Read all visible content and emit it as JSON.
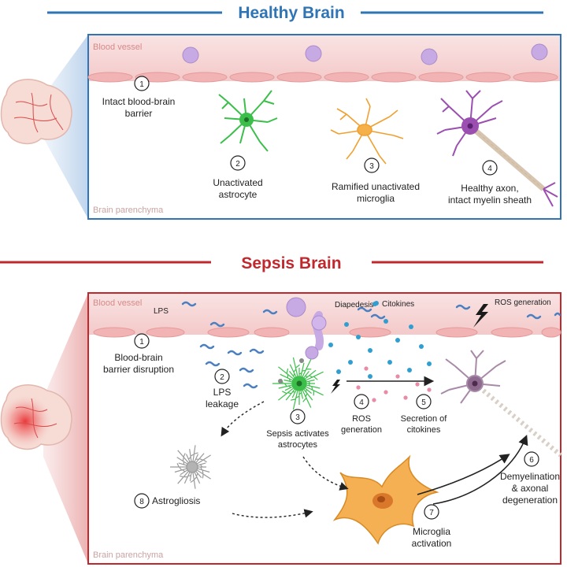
{
  "healthy": {
    "title": "Healthy Brain",
    "blood_vessel": "Blood vessel",
    "parenchyma": "Brain parenchyma",
    "steps": [
      {
        "num": "1",
        "line1": "Intact blood-brain",
        "line2": "barrier"
      },
      {
        "num": "2",
        "line1": "Unactivated",
        "line2": "astrocyte"
      },
      {
        "num": "3",
        "line1": "Ramified unactivated",
        "line2": "microglia"
      },
      {
        "num": "4",
        "line1": "Healthy axon,",
        "line2": "intact myelin sheath"
      }
    ]
  },
  "sepsis": {
    "title": "Sepsis Brain",
    "blood_vessel": "Blood vessel",
    "parenchyma": "Brain parenchyma",
    "lps": "LPS",
    "diapedesis": "Diapedesis",
    "cytokines": "Citokines",
    "ros_top": "ROS generation",
    "steps": [
      {
        "num": "1",
        "line1": "Blood-brain",
        "line2": "barrier disruption"
      },
      {
        "num": "2",
        "line1": "LPS",
        "line2": "leakage"
      },
      {
        "num": "3",
        "line1": "Sepsis activates",
        "line2": "astrocytes"
      },
      {
        "num": "4",
        "line1": "ROS",
        "line2": "generation"
      },
      {
        "num": "5",
        "line1": "Secretion of",
        "line2": "citokines"
      },
      {
        "num": "6",
        "line1": "Demyelination",
        "line2": "& axonal",
        "line3": "degeneration"
      },
      {
        "num": "7",
        "line1": "Microglia",
        "line2": "activation"
      },
      {
        "num": "8",
        "line1": "Astrogliosis"
      }
    ]
  },
  "colors": {
    "healthy_accent": "#2f75b5",
    "sepsis_accent": "#c0282d",
    "vessel": "#f6d3d3",
    "astrocyte_green": "#3bbf4a",
    "microglia_orange": "#f0a030",
    "neuron_purple": "#9b4fb0"
  }
}
